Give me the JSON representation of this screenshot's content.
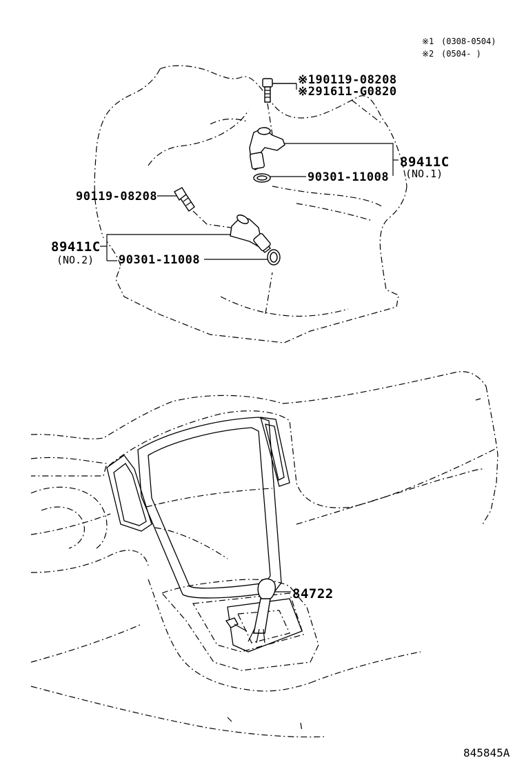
{
  "notes": [
    {
      "mark": "※1",
      "range": "(0308-0504)"
    },
    {
      "mark": "※2",
      "range": "(0504-      )"
    }
  ],
  "parts": {
    "bolt_upper_1": "※190119-08208",
    "bolt_upper_2": "※291611-G0820",
    "sensor_no1_code": "89411C",
    "sensor_no1_sub": "(NO.1)",
    "oring_upper": "90301-11008",
    "bolt_lower": "90119-08208",
    "sensor_no2_code": "89411C",
    "sensor_no2_sub": "(NO.2)",
    "oring_lower": "90301-11008",
    "shift_part": "84722"
  },
  "figure_id": "845845A"
}
